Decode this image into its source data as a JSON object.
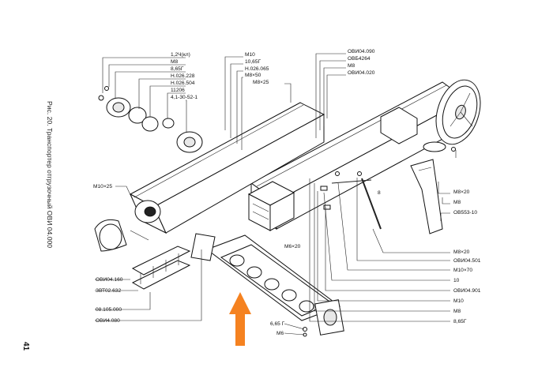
{
  "side_caption": "Рис. 20. Транспортер отгрузочный ОВИ 04.000",
  "page_number": "41",
  "arrow_color": "#F58220",
  "labels": {
    "top_left": [
      "1,2Ч(кл)",
      "М8",
      "8,65Г",
      "Н.026.228",
      "Н.026.504",
      "11206",
      "4,1-30-52-1"
    ],
    "top_mid": [
      "М10",
      "10,65Г",
      "Н.026.065",
      "М8×50",
      "М8×25"
    ],
    "top_right": [
      "ОВИ04.090",
      "ОВБ4264",
      "М8",
      "ОВИ04.020"
    ],
    "left": [
      "М10×25"
    ],
    "bottom_left": [
      "ОВИ04.160",
      "ЗВТ02.632",
      "08.105.000",
      "ОВИ4.080"
    ],
    "bottom_center": [
      "М6×20",
      "6,65 Г",
      "М6"
    ],
    "right_side": [
      "М8×20",
      "М8",
      "ОВ553-10"
    ],
    "right_bottom": [
      "М8×20",
      "ОВИ04.501",
      "М10×70",
      "10",
      "ОВИ04.901",
      "М10",
      "М8",
      "8,65Г"
    ],
    "callout_8": "8"
  }
}
